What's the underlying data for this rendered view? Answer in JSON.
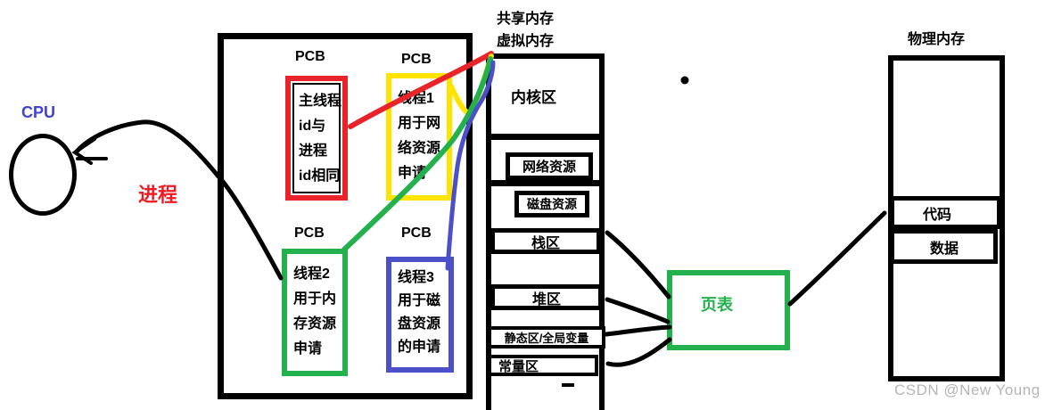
{
  "cpu": {
    "label": "CPU"
  },
  "process": {
    "label": "进程"
  },
  "pcb": {
    "main": {
      "title": "PCB",
      "lines": [
        "主线程",
        "id与",
        "进程",
        "id相同"
      ]
    },
    "thread1": {
      "title": "PCB",
      "lines": [
        "线程1",
        "用于网",
        "络资源",
        "申请"
      ]
    },
    "thread2": {
      "title": "PCB",
      "lines": [
        "线程2",
        "用于内",
        "存资源",
        "申请"
      ]
    },
    "thread3": {
      "title": "PCB",
      "lines": [
        "线程3",
        "用于磁",
        "盘资源",
        "的申请"
      ]
    }
  },
  "memory": {
    "shared_label": "共享内存",
    "virtual_label": "虚拟内存",
    "kernel": "内核区",
    "network": "网络资源",
    "disk": "磁盘资源",
    "stack": "栈区",
    "heap": "堆区",
    "static": "静态区/全局变量",
    "constant": "常量区"
  },
  "page_table": {
    "label": "页表"
  },
  "physical_memory": {
    "title": "物理内存",
    "code": "代码",
    "data": "数据"
  },
  "watermark": "CSDN @New  Young",
  "colors": {
    "pcb_main_border": "#e8232a",
    "pcb_thread1_border": "#ffe400",
    "pcb_thread2_border": "#22b14c",
    "pcb_thread3_border": "#4b50c8",
    "cpu_label": "#3f44d1",
    "process_label": "#ed1c24",
    "page_table": "#22b14c",
    "watermark": "#b5b5b5"
  }
}
